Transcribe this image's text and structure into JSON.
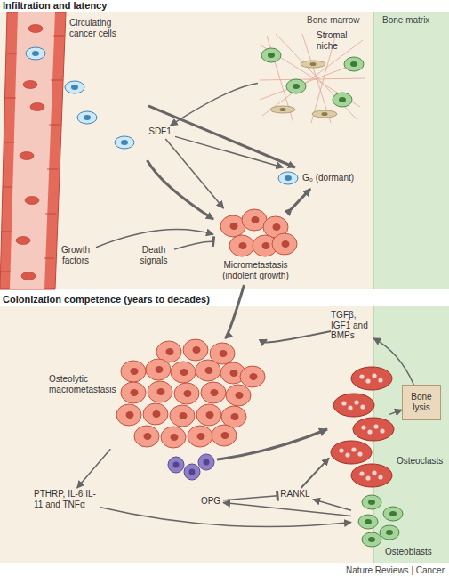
{
  "diagram": {
    "nodes": [
      {
        "text": [
          "Infiltration and latency"
        ]
      },
      {
        "text": [
          "Colonization competence (years to decades)"
        ]
      },
      {
        "text": [
          "Circulating cancer cells"
        ],
        "in": 0
      },
      {
        "text": [
          "Stromal niche"
        ],
        "in": 0
      },
      {
        "text": [
          "SDF1"
        ],
        "in": 0
      },
      {
        "text": [
          "G₀ (dormant)"
        ],
        "in": 0
      },
      {
        "text": [
          "Micrometastasis (indolent growth)"
        ],
        "in": 0
      },
      {
        "text": [
          "Growth factors"
        ],
        "in": 0
      },
      {
        "text": [
          "Death signals"
        ],
        "in": 0
      },
      {
        "text": [
          "Osteolytic macrometastasis"
        ],
        "in": 1
      },
      {
        "text": [
          "TGFβ, IGF1 and BMPs"
        ],
        "in": 1
      },
      {
        "text": [
          "Bone lysis"
        ],
        "in": 1
      },
      {
        "text": [
          "Osteoclasts"
        ],
        "in": 1
      },
      {
        "text": [
          "PTHRP, IL-6 IL-11 and TNFα"
        ],
        "in": 1
      },
      {
        "text": [
          "OPG"
        ],
        "in": 1
      },
      {
        "text": [
          "RANKL"
        ],
        "in": 1
      },
      {
        "text": [
          "Osteoblasts"
        ],
        "in": 1
      }
    ],
    "edges": [
      {
        "from": 2,
        "to": 5,
        "arrow": "to"
      },
      {
        "from": 2,
        "to": 6,
        "arrow": "to"
      },
      {
        "from": 3,
        "to": 4,
        "arrow": "to"
      },
      {
        "from": 4,
        "to": 5,
        "arrow": "to"
      },
      {
        "from": 4,
        "to": 6,
        "arrow": "to"
      },
      {
        "from": 7,
        "to": 6,
        "arrow": "to"
      },
      {
        "from": 8,
        "to": 6,
        "arrow": "to"
      },
      {
        "from": 5,
        "to": 6,
        "arrow": "both"
      },
      {
        "from": 6,
        "to": 9,
        "arrow": "to"
      },
      {
        "from": 9,
        "to": 13,
        "arrow": "to"
      },
      {
        "from": 13,
        "to": 16,
        "arrow": "to"
      },
      {
        "from": 16,
        "to": 14,
        "arrow": "to"
      },
      {
        "from": 16,
        "to": 15,
        "arrow": "to"
      },
      {
        "from": 14,
        "to": 15,
        "arrow": "to"
      },
      {
        "from": 15,
        "to": 12,
        "arrow": "to"
      },
      {
        "from": 12,
        "to": 11,
        "arrow": "to"
      },
      {
        "from": 11,
        "to": 10,
        "arrow": "to"
      },
      {
        "from": 10,
        "to": 9,
        "arrow": "to"
      }
    ],
    "labels": [
      "Bone marrow",
      "Bone matrix",
      "Nature Reviews | Cancer"
    ]
  }
}
